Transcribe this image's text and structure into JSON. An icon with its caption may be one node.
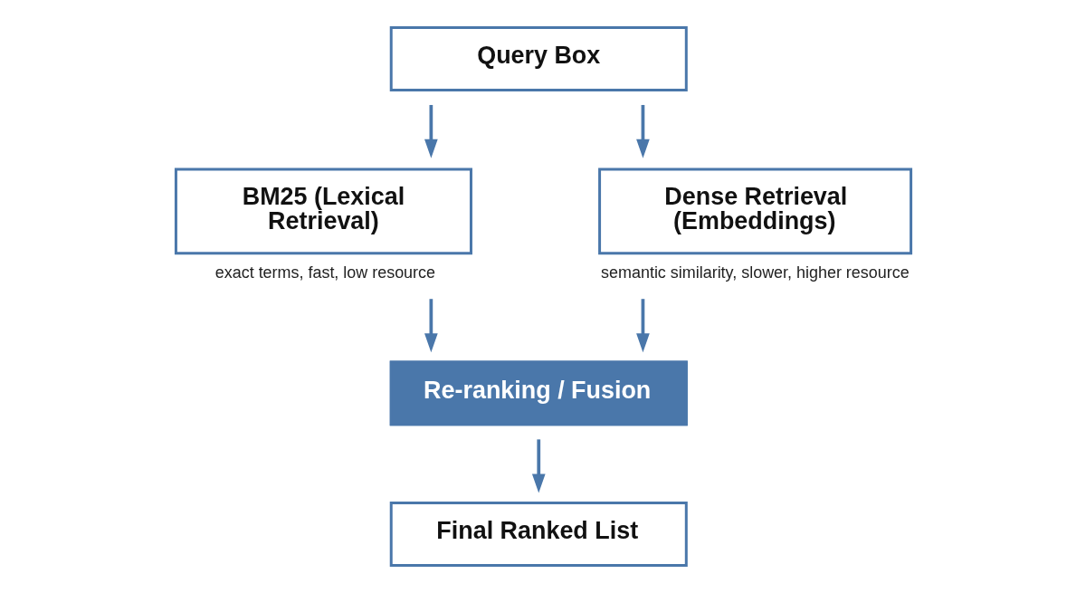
{
  "diagram": {
    "nodes": [
      {
        "text": [
          "Query Box"
        ]
      },
      {
        "text": [
          "BM25 (Lexical Retrieval)"
        ],
        "beside": [
          "exact terms, fast, low resource"
        ]
      },
      {
        "text": [
          "Dense Retrieval (Embeddings)"
        ],
        "beside": [
          "semantic similarity, slower, higher resource"
        ]
      },
      {
        "text": [
          "Re-ranking / Fusion"
        ]
      },
      {
        "text": [
          "Final Ranked List"
        ]
      }
    ],
    "edges": [
      {
        "from": 0,
        "to": 1,
        "arrow": "to"
      },
      {
        "from": 0,
        "to": 2,
        "arrow": "to"
      },
      {
        "from": 1,
        "to": 3,
        "arrow": "to"
      },
      {
        "from": 2,
        "to": 3,
        "arrow": "to"
      },
      {
        "from": 3,
        "to": 4,
        "arrow": "to"
      }
    ]
  }
}
